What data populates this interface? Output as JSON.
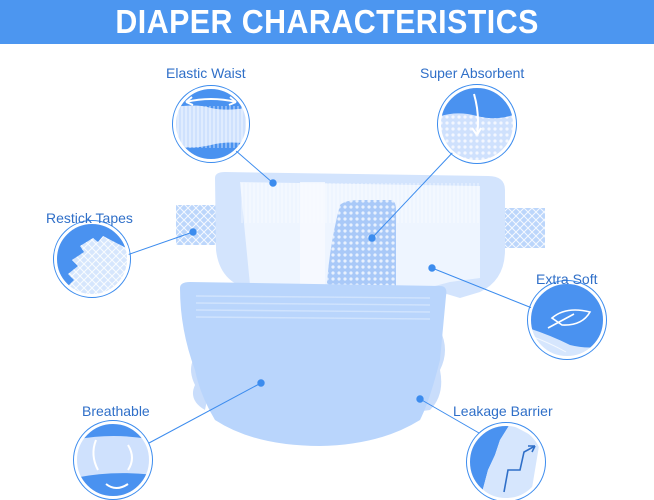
{
  "title": "DIAPER CHARACTERISTICS",
  "colors": {
    "banner": "#4c96f0",
    "accent": "#3c8cee",
    "label": "#2f6fc8",
    "diaper_light": "#d6e6fd",
    "diaper_mid": "#b5d2fb",
    "diaper_pale": "#eef5ff"
  },
  "features": [
    {
      "id": "elastic-waist",
      "label": "Elastic Waist"
    },
    {
      "id": "super-absorbent",
      "label": "Super Absorbent"
    },
    {
      "id": "restick-tapes",
      "label": "Restick Tapes"
    },
    {
      "id": "extra-soft",
      "label": "Extra Soft"
    },
    {
      "id": "breathable",
      "label": "Breathable"
    },
    {
      "id": "leakage-barrier",
      "label": "Leakage Barrier"
    }
  ]
}
